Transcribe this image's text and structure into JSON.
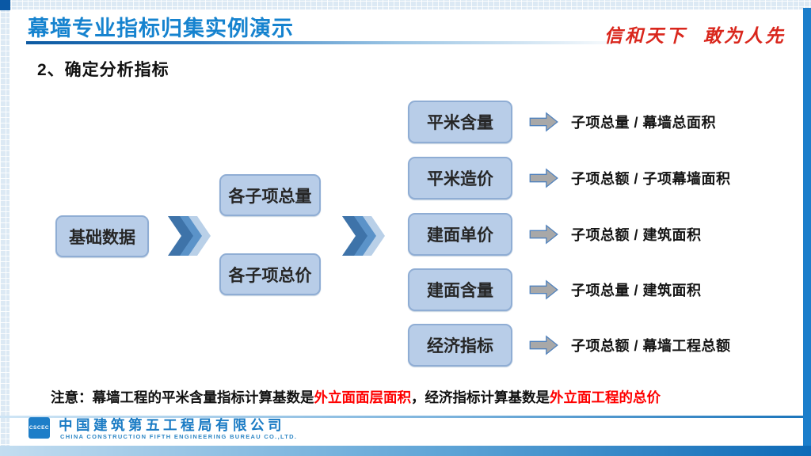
{
  "header": {
    "title": "幕墙专业指标归集实例演示",
    "slogan": "信和天下 敢为人先"
  },
  "section": {
    "title": "2、确定分析指标"
  },
  "diagram": {
    "source_label": "基础数据",
    "middle": [
      {
        "label": "各子项总量"
      },
      {
        "label": "各子项总价"
      }
    ],
    "indicators": [
      {
        "label": "平米含量",
        "formula": "子项总量 / 幕墙总面积"
      },
      {
        "label": "平米造价",
        "formula": "子项总额 / 子项幕墙面积"
      },
      {
        "label": "建面单价",
        "formula": "子项总额 / 建筑面积"
      },
      {
        "label": "建面含量",
        "formula": "子项总量 / 建筑面积"
      },
      {
        "label": "经济指标",
        "formula": "子项总额 / 幕墙工程总额"
      }
    ]
  },
  "note": {
    "prefix": "注意：幕墙工程的平米含量指标计算基数是",
    "highlight1": "外立面面层面积",
    "middle": "，经济指标计算基数是",
    "highlight2": "外立面工程的总价"
  },
  "footer": {
    "logo": "CSCEC",
    "company_cn": "中国建筑第五工程局有限公司",
    "company_en": "CHINA CONSTRUCTION FIFTH ENGINEERING BUREAU CO.,LTD."
  },
  "colors": {
    "title_blue": "#1683cf",
    "slogan_red": "#d9261c",
    "note_red": "#fe0000",
    "box_fill": "#b8cde8",
    "box_border": "#8fadd4",
    "chevron_dark": "#3e73a9",
    "chevron_mid": "#5b93c9",
    "chevron_light": "#b9d0e8",
    "arrow_fill": "#a8a8a8",
    "arrow_stroke": "#4f81bd",
    "footer_blue": "#1e7ec8",
    "bar_blue": "#1b7ecb"
  }
}
